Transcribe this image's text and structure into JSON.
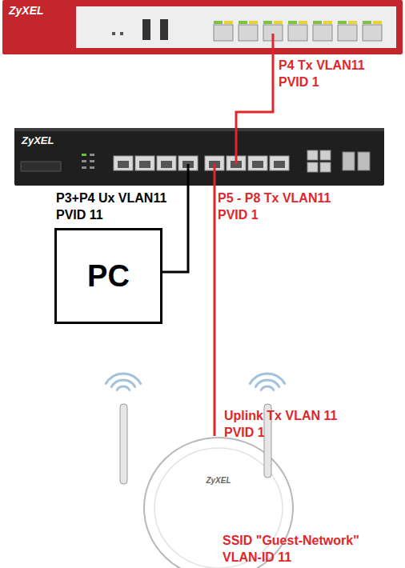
{
  "diagram": {
    "nodes": [
      {
        "text": [
          "ZyXEL"
        ]
      },
      {
        "text": [
          "ZyXEL"
        ]
      },
      {
        "text": [
          "PC"
        ]
      },
      {
        "text": [
          "ZyXEL"
        ]
      }
    ],
    "edges": [
      {
        "from": 0,
        "to": 1,
        "arrow": "none"
      },
      {
        "from": 1,
        "to": 2,
        "arrow": "none"
      },
      {
        "from": 1,
        "to": 3,
        "arrow": "none"
      }
    ],
    "labels": [
      "P4 Tx VLAN11 PVID 1",
      "P3+P4 Ux VLAN11 PVID 11",
      "P5 - P8 Tx VLAN11 PVID 1",
      "Uplink Tx VLAN 11 PVID 1",
      "SSID \"Guest-Network\" VLAN-ID 11"
    ]
  }
}
